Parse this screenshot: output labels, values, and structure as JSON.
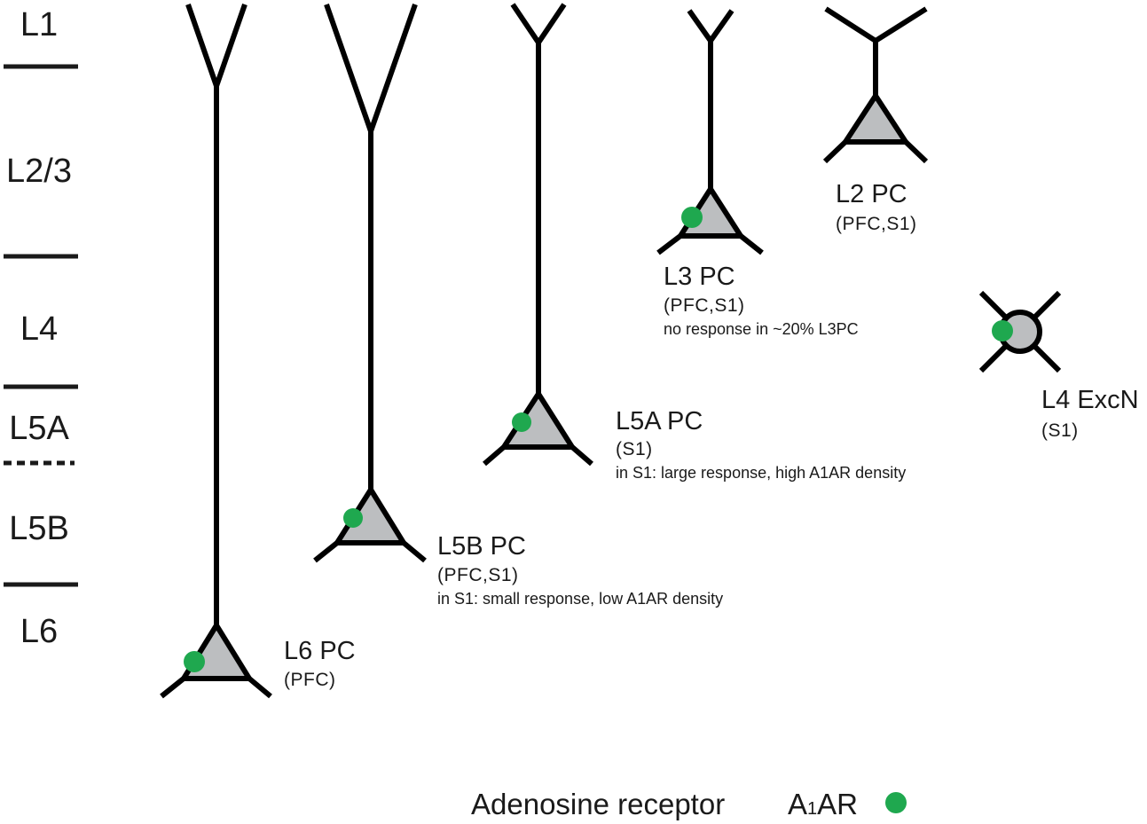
{
  "layers": {
    "l1": "L1",
    "l23": "L2/3",
    "l4": "L4",
    "l5a": "L5A",
    "l5b": "L5B",
    "l6": "L6"
  },
  "cells": {
    "l6": {
      "name": "L6 PC",
      "region": "(PFC)",
      "has_a1ar": true
    },
    "l5b": {
      "name": "L5B PC",
      "region": "(PFC,S1)",
      "note": "in S1: small response, low A1AR density",
      "has_a1ar": true
    },
    "l5a": {
      "name": "L5A PC",
      "region": "(S1)",
      "note": "in S1: large response, high A1AR density",
      "has_a1ar": true
    },
    "l3": {
      "name": "L3 PC",
      "region": "(PFC,S1)",
      "note": "no response in ~20% L3PC",
      "has_a1ar": true
    },
    "l2": {
      "name": "L2 PC",
      "region": "(PFC,S1)",
      "has_a1ar": false
    },
    "l4": {
      "name": "L4 ExcN",
      "region": "(S1)",
      "has_a1ar": true
    }
  },
  "legend": {
    "title": "Adenosine receptor",
    "label_a": "A",
    "label_sub": "1",
    "label_b": "AR"
  },
  "colors": {
    "receptor": "#1fa84f",
    "soma_fill": "#bcbec0",
    "line": "#000000"
  }
}
